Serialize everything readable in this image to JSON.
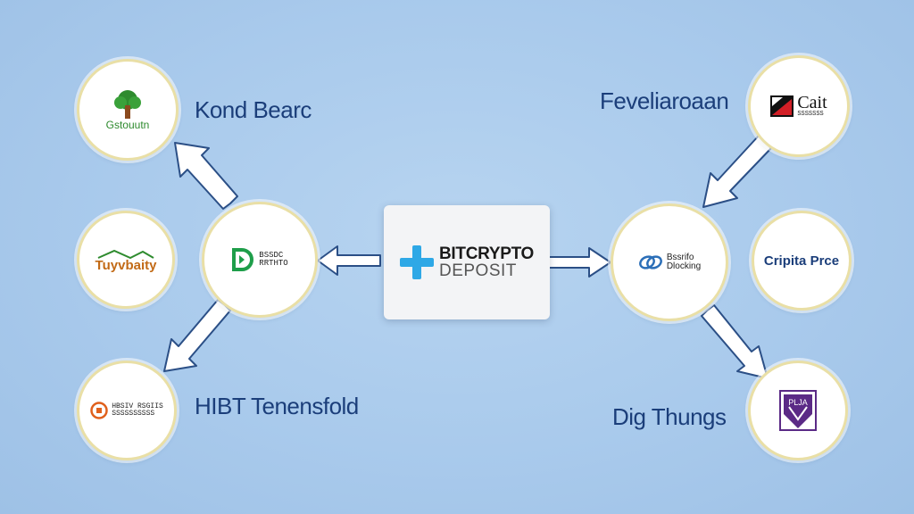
{
  "center": {
    "line1": "BITCRYPTO",
    "line2": "DEPOSIT",
    "icon": "plus-icon"
  },
  "labels": {
    "top_left": "Kond Bearc",
    "bottom_left": "HIBT Tenensfold",
    "top_right": "Feveliaroaan",
    "bottom_right": "Dig Thungs"
  },
  "nodes": {
    "top_left": {
      "logo_text": "Gstouutn",
      "icon": "tree-icon"
    },
    "mid_left": {
      "logo_text": "Tuyvbaity",
      "icon": "roof-icon"
    },
    "left_hub": {
      "line1": "BSSDC",
      "line2": "RRTHTO",
      "icon": "d-logo-icon"
    },
    "bottom_left": {
      "line1": "HBSIV RSGIIS",
      "line2": "SSSSSSSSSS",
      "icon": "coin-icon"
    },
    "top_right": {
      "title": "Cait",
      "subtitle": "SSSSSSS",
      "icon": "flag-icon"
    },
    "right_hub": {
      "line1": "Bssrifo",
      "line2": "Dlocking",
      "icon": "chain-icon"
    },
    "mid_right": {
      "text": "Cripita Prce"
    },
    "bottom_right": {
      "text": "PLJA",
      "icon": "shield-icon"
    }
  },
  "colors": {
    "accent_blue": "#2ea8e6",
    "label_navy": "#1b3e7a",
    "ring_gold": "#e9dfa6"
  }
}
